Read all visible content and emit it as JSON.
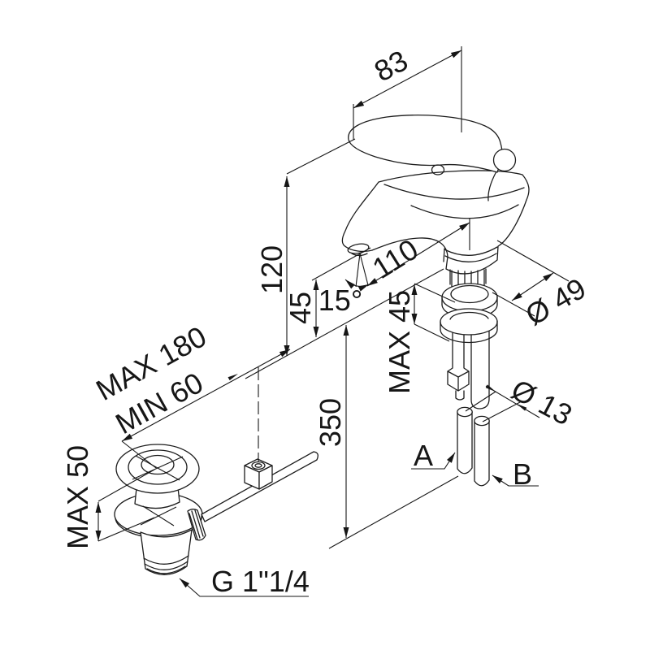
{
  "colors": {
    "line": "#1c1c1c",
    "background": "#ffffff",
    "text": "#161616"
  },
  "dims": {
    "width_83": "83",
    "height_120": "120",
    "height_45": "45",
    "reach_110": "110",
    "angle_15": "15°",
    "max_45": "MAX 45",
    "dia_49": "Ø 49",
    "dia_13": "Ø 13",
    "hose_350": "350",
    "rod_max_180": "MAX 180",
    "rod_min_60": "MIN 60",
    "deck_max_50": "MAX 50",
    "pipe_a": "A",
    "pipe_b": "B",
    "waste_thread": "G 1\"1/4"
  }
}
